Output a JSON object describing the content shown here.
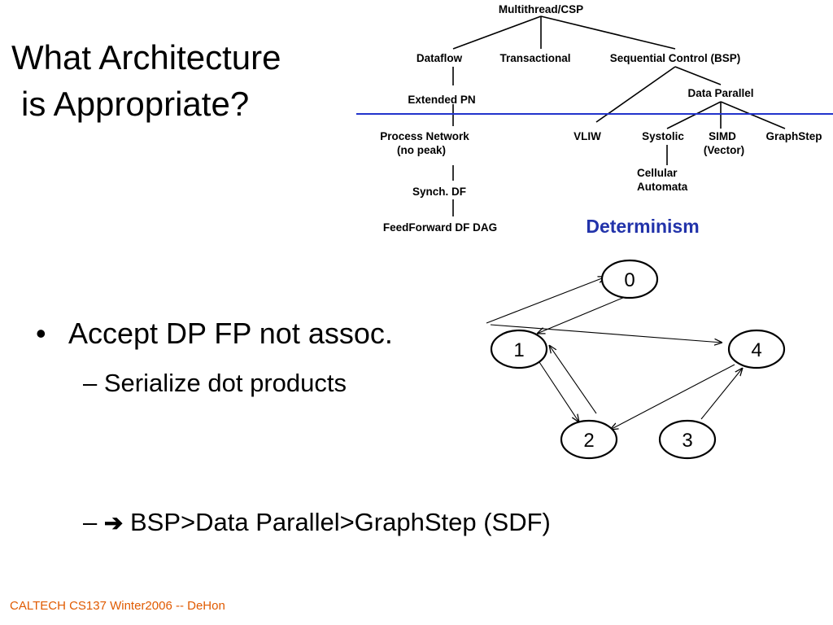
{
  "slide": {
    "title_line1": "What Architecture",
    "title_line2": "is Appropriate?",
    "bullet1": "Accept DP FP not assoc.",
    "sub1_dash": "–",
    "sub1": "Serialize dot products",
    "sub2_dash": "–",
    "sub2_arrow": "➔",
    "sub2": "BSP>Data Parallel>GraphStep  (SDF)",
    "bullet_char": "•",
    "footer": "CALTECH CS137 Winter2006 -- DeHon"
  },
  "taxonomy": {
    "root": "Multithread/CSP",
    "dataflow": "Dataflow",
    "transactional": "Transactional",
    "seq_control": "Sequential Control (BSP)",
    "extended_pn": "Extended PN",
    "data_parallel": "Data Parallel",
    "process_network": "Process Network",
    "no_peak": "(no peak)",
    "vliw": "VLIW",
    "systolic": "Systolic",
    "simd": "SIMD",
    "vector": "(Vector)",
    "graphstep": "GraphStep",
    "synch_df": "Synch. DF",
    "cellular": "Cellular",
    "automata": "Automata",
    "feedforward": "FeedForward DF DAG",
    "determinism": "Determinism",
    "line_color": "#2233cc"
  },
  "graph": {
    "nodes": [
      "0",
      "1",
      "4",
      "2",
      "3"
    ],
    "edges": [
      [
        "1",
        "0"
      ],
      [
        "0",
        "1"
      ],
      [
        "1",
        "4"
      ],
      [
        "4",
        "2"
      ],
      [
        "3",
        "4"
      ],
      [
        "1",
        "2"
      ],
      [
        "2",
        "1"
      ]
    ]
  }
}
